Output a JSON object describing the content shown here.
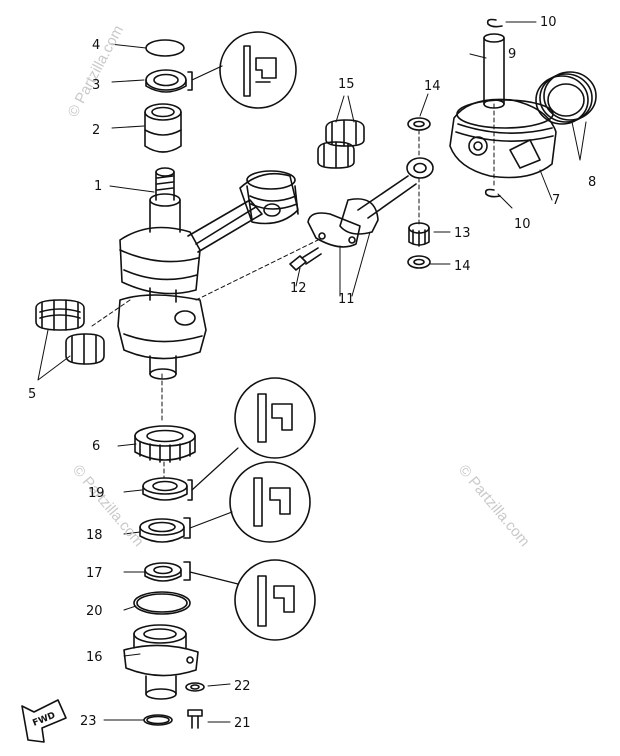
{
  "watermark": "© Partzilla.com",
  "fwd_label": "FWD",
  "labels": {
    "l1": "1",
    "l2": "2",
    "l3": "3",
    "l4": "4",
    "l5": "5",
    "l6": "6",
    "l7": "7",
    "l8": "8",
    "l9": "9",
    "l10a": "10",
    "l10b": "10",
    "l11": "11",
    "l12": "12",
    "l13": "13",
    "l14a": "14",
    "l14b": "14",
    "l15": "15",
    "l16": "16",
    "l17": "17",
    "l18": "18",
    "l19": "19",
    "l20": "20",
    "l21": "21",
    "l22": "22",
    "l23": "23"
  }
}
